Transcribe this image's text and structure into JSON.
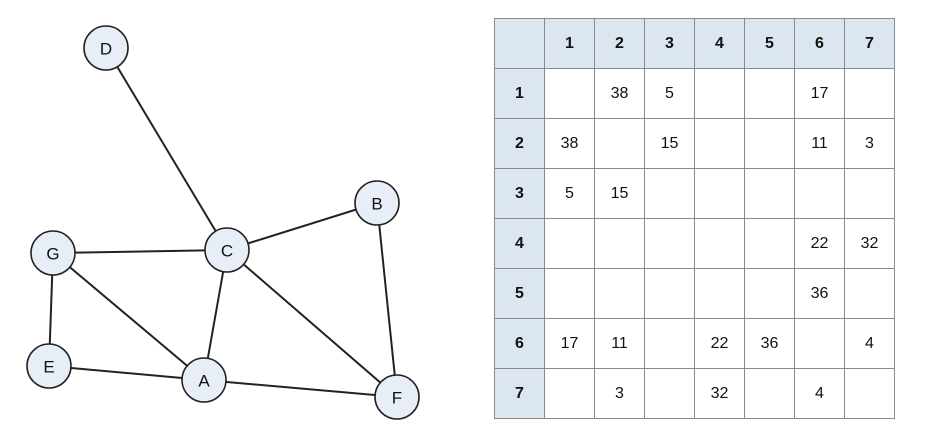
{
  "graph": {
    "nodes": [
      {
        "id": "D",
        "label": "D"
      },
      {
        "id": "B",
        "label": "B"
      },
      {
        "id": "G",
        "label": "G"
      },
      {
        "id": "C",
        "label": "C"
      },
      {
        "id": "E",
        "label": "E"
      },
      {
        "id": "A",
        "label": "A"
      },
      {
        "id": "F",
        "label": "F"
      }
    ],
    "edges": [
      [
        "D",
        "C"
      ],
      [
        "C",
        "B"
      ],
      [
        "G",
        "C"
      ],
      [
        "G",
        "E"
      ],
      [
        "G",
        "A"
      ],
      [
        "C",
        "A"
      ],
      [
        "C",
        "F"
      ],
      [
        "B",
        "F"
      ],
      [
        "E",
        "A"
      ],
      [
        "A",
        "F"
      ]
    ]
  },
  "matrix": {
    "headers": [
      "1",
      "2",
      "3",
      "4",
      "5",
      "6",
      "7"
    ],
    "rows": [
      {
        "label": "1",
        "cells": [
          "",
          "38",
          "5",
          "",
          "",
          "17",
          ""
        ]
      },
      {
        "label": "2",
        "cells": [
          "38",
          "",
          "15",
          "",
          "",
          "11",
          "3"
        ]
      },
      {
        "label": "3",
        "cells": [
          "5",
          "15",
          "",
          "",
          "",
          "",
          ""
        ]
      },
      {
        "label": "4",
        "cells": [
          "",
          "",
          "",
          "",
          "",
          "22",
          "32"
        ]
      },
      {
        "label": "5",
        "cells": [
          "",
          "",
          "",
          "",
          "",
          "36",
          ""
        ]
      },
      {
        "label": "6",
        "cells": [
          "17",
          "11",
          "",
          "22",
          "36",
          "",
          "4"
        ]
      },
      {
        "label": "7",
        "cells": [
          "",
          "3",
          "",
          "32",
          "",
          "4",
          ""
        ]
      }
    ]
  }
}
